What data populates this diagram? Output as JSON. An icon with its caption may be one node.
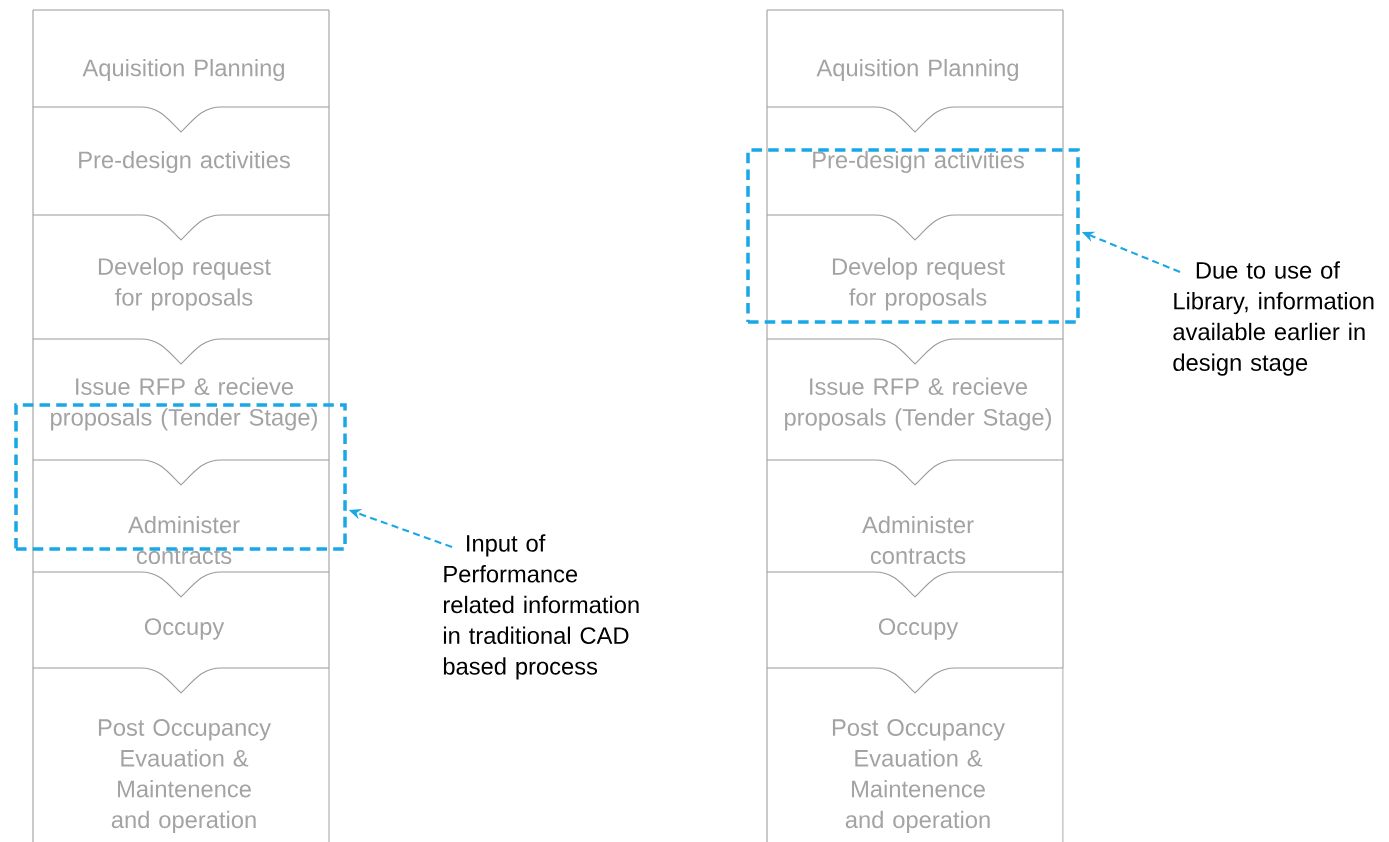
{
  "diagram": {
    "nodes": [
      {
        "text": [
          "Aquisition Planning"
        ]
      },
      {
        "text": [
          "Pre-design activities"
        ]
      },
      {
        "text": [
          "Develop request for proposals"
        ]
      },
      {
        "text": [
          "Issue RFP & recieve proposals (Tender Stage)"
        ]
      },
      {
        "text": [
          "Administer contracts"
        ]
      },
      {
        "text": [
          "Occupy"
        ]
      },
      {
        "text": [
          "Post Occupancy Evauation & Maintenence and operation"
        ]
      },
      {
        "text": [],
        "shape": "box"
      },
      {
        "text": [
          "Input of Performance related information in traditional CAD based process"
        ]
      },
      {
        "text": [
          "Aquisition Planning"
        ]
      },
      {
        "text": [
          "Pre-design activities"
        ]
      },
      {
        "text": [
          "Develop request for proposals"
        ]
      },
      {
        "text": [
          "Issue RFP & recieve proposals (Tender Stage)"
        ]
      },
      {
        "text": [
          "Administer contracts"
        ]
      },
      {
        "text": [
          "Occupy"
        ]
      },
      {
        "text": [
          "Post Occupancy Evauation & Maintenence and operation"
        ]
      },
      {
        "text": [],
        "shape": "box"
      },
      {
        "text": [
          "Due to use of Library, information available earlier in design stage"
        ]
      }
    ],
    "edges": [
      {
        "from": 8,
        "to": 7,
        "arrow": "to",
        "style": "dashed"
      },
      {
        "from": 17,
        "to": 16,
        "arrow": "to",
        "style": "dashed"
      }
    ]
  }
}
